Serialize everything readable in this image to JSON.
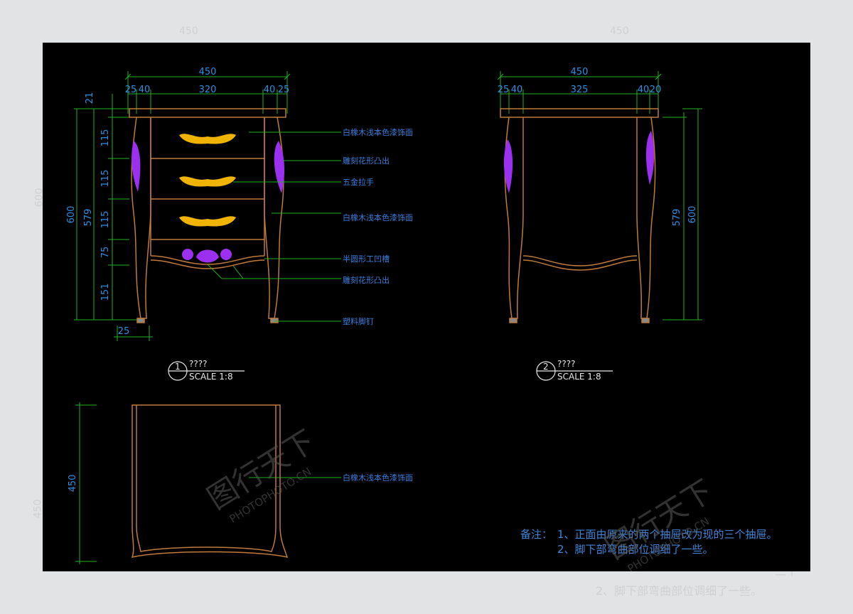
{
  "ghost": {
    "top_left": "450",
    "top_right": "450",
    "left_a": "600",
    "left_b": "450",
    "note_fragment": "三个",
    "note_line2": "2、脚下部弯曲部位调细了一些。"
  },
  "front_view": {
    "dims": {
      "total_width": "450",
      "seg_a": "25",
      "seg_b": "40",
      "inner_width": "320",
      "seg_c": "40",
      "seg_d": "25",
      "top_thickness": "21",
      "drawer1": "115",
      "drawer2": "115",
      "drawer3": "115",
      "apron": "75",
      "leg": "151",
      "total_height": "600",
      "body_height": "579",
      "foot_width": "25"
    },
    "labels": [
      "白橡木浅本色漆饰面",
      "雕刻花形凸出",
      "五金拉手",
      "白橡木浅本色漆饰面",
      "半圆形工凹槽",
      "雕刻花形凸出",
      "塑料脚钉"
    ],
    "caption_number": "1",
    "caption_title": "????",
    "scale_text": "SCALE 1:8"
  },
  "side_view": {
    "dims": {
      "total_width": "450",
      "seg_a": "25",
      "seg_b": "40",
      "inner_width": "325",
      "seg_c": "40",
      "seg_d": "20",
      "body_height": "579",
      "total_height": "600"
    },
    "caption_number": "2",
    "caption_title": "????",
    "scale_text": "SCALE 1:8"
  },
  "top_view": {
    "dims": {
      "depth": "450"
    },
    "label": "白橡木浅本色漆饰面"
  },
  "notes": {
    "prefix": "备注：",
    "line1": "1、正面由原来的两个抽屉改为现的三个抽屉。",
    "line2": "2、脚下部弯曲部位调细了一些。"
  },
  "watermark": {
    "brand": "图行天下",
    "domain": "PHOTOPHOTO.CN"
  },
  "colors": {
    "background": "#000000",
    "outline": "#c07a3a",
    "dimension": "#21b321",
    "dimension_text": "#2f8fe0",
    "leader": "#21b321",
    "hardware": "#f0b400",
    "carving": "#9b30f0"
  }
}
